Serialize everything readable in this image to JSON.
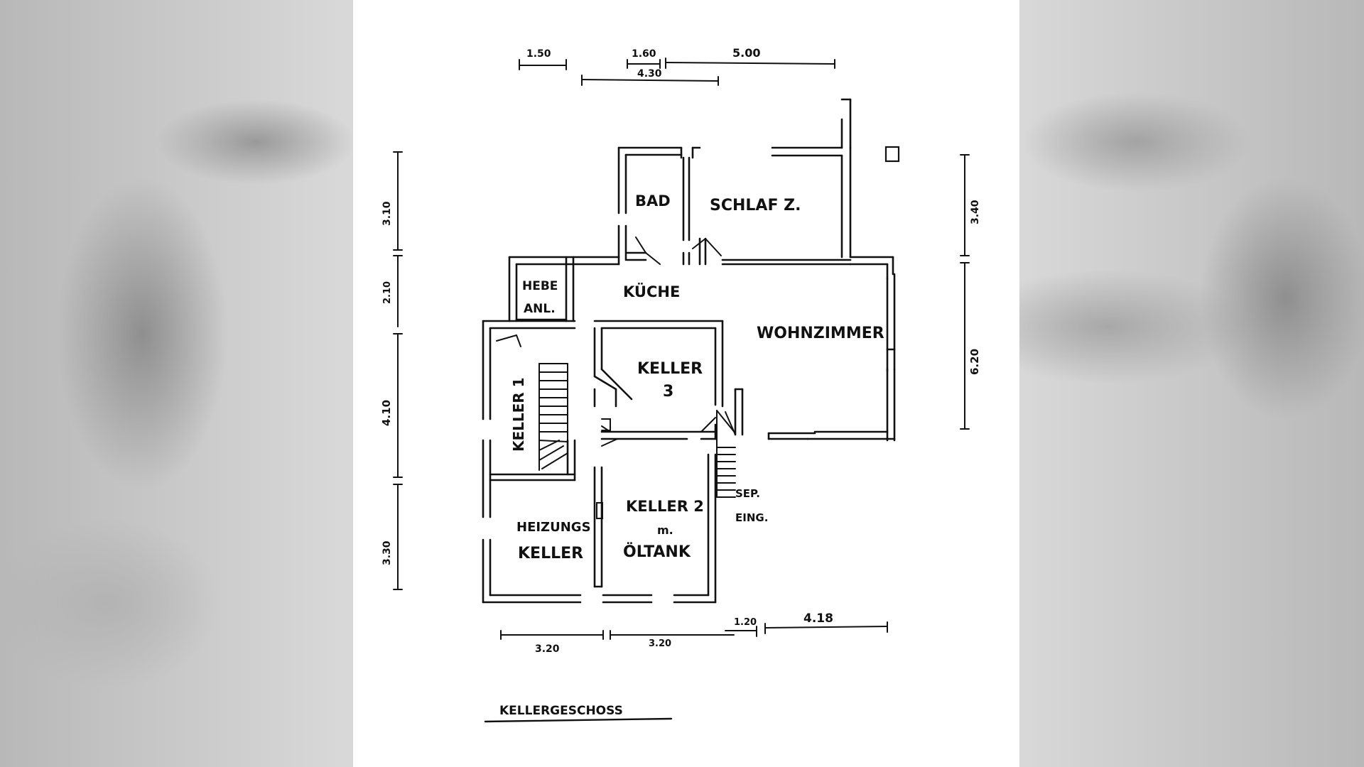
{
  "drawing_title": "KELLERGESCHOSS",
  "rooms": {
    "bad": "BAD",
    "schlafzimmer": "SCHLAF Z.",
    "hebe_line1": "HEBE",
    "hebe_line2": "ANL.",
    "kueche": "KÜCHE",
    "wohnzimmer": "WOHNZIMMER",
    "keller3_line1": "KELLER",
    "keller3_line2": "3",
    "keller1": "KELLER 1",
    "keller2_line1": "KELLER 2",
    "keller2_line2": "m.",
    "keller2_line3": "ÖLTANK",
    "heizung_line1": "HEIZUNGS",
    "heizung_line2": "KELLER",
    "sep_line1": "SEP.",
    "sep_line2": "EING."
  },
  "dimensions": {
    "top_1": "1.50",
    "top_2": "1.60",
    "top_3": "5.00",
    "top_4": "4.30",
    "left_1": "3.10",
    "left_2": "2.10",
    "left_3": "4.10",
    "left_4": "3.30",
    "right_1": "3.40",
    "right_2": "6.20",
    "bottom_1": "3.20",
    "bottom_2": "3.20",
    "bottom_3": "1.20",
    "bottom_4": "4.18"
  }
}
